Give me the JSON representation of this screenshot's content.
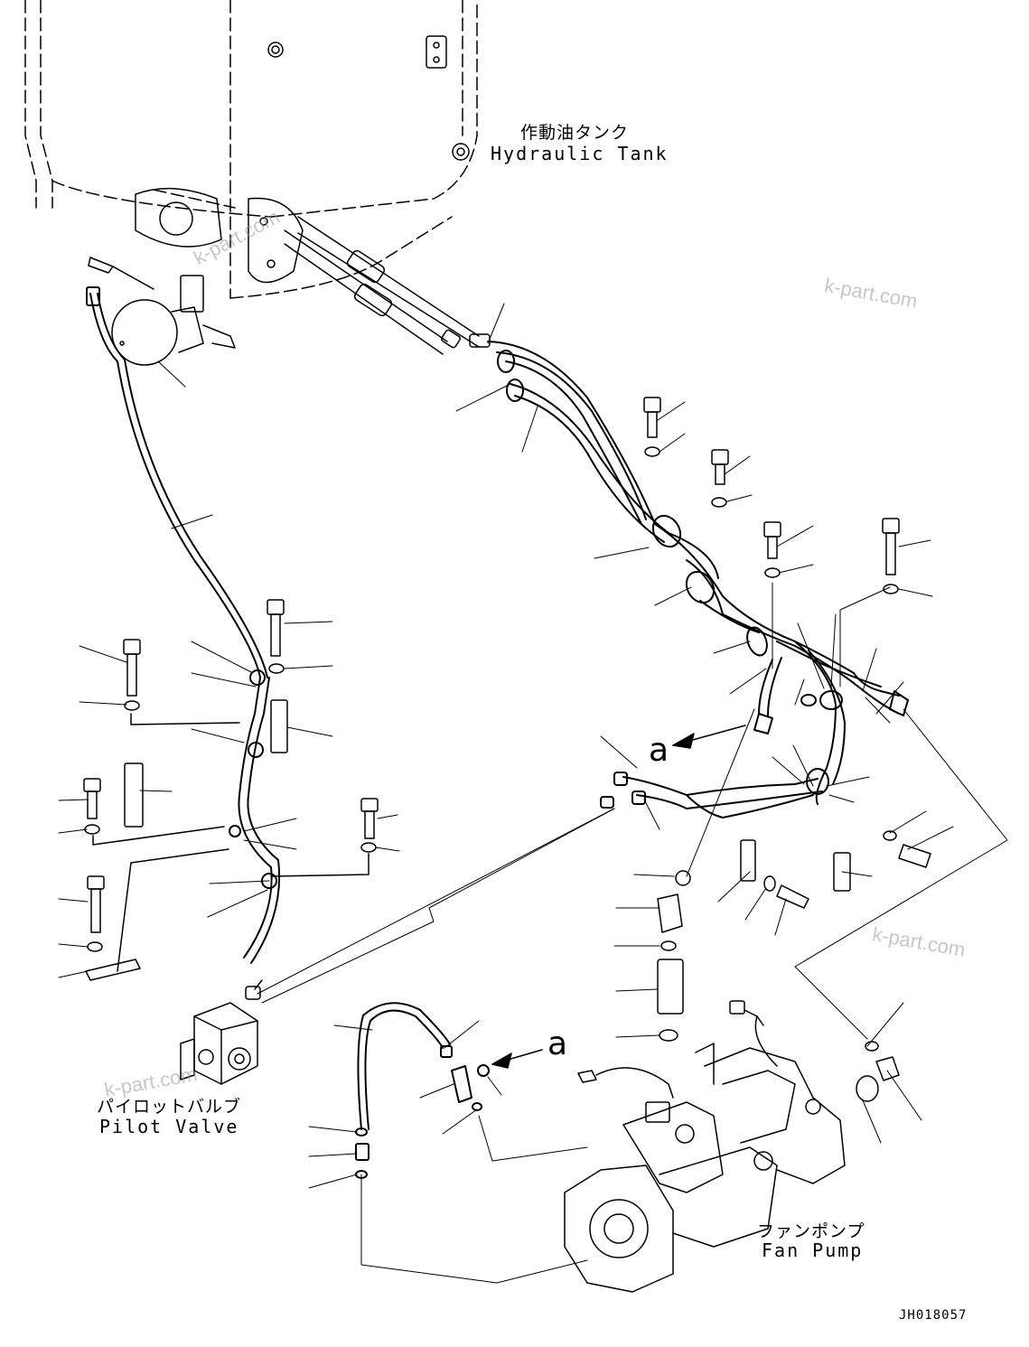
{
  "labels": {
    "hydraulic_tank_jp": "作動油タンク",
    "hydraulic_tank_en": "Hydraulic Tank",
    "pilot_valve_jp": "パイロットバルブ",
    "pilot_valve_en": "Pilot Valve",
    "fan_pump_jp": "ファンポンプ",
    "fan_pump_en": "Fan Pump",
    "ref_mark_a": "a",
    "drawing_code": "JH018057"
  },
  "watermark": {
    "text": "k-part.com"
  }
}
